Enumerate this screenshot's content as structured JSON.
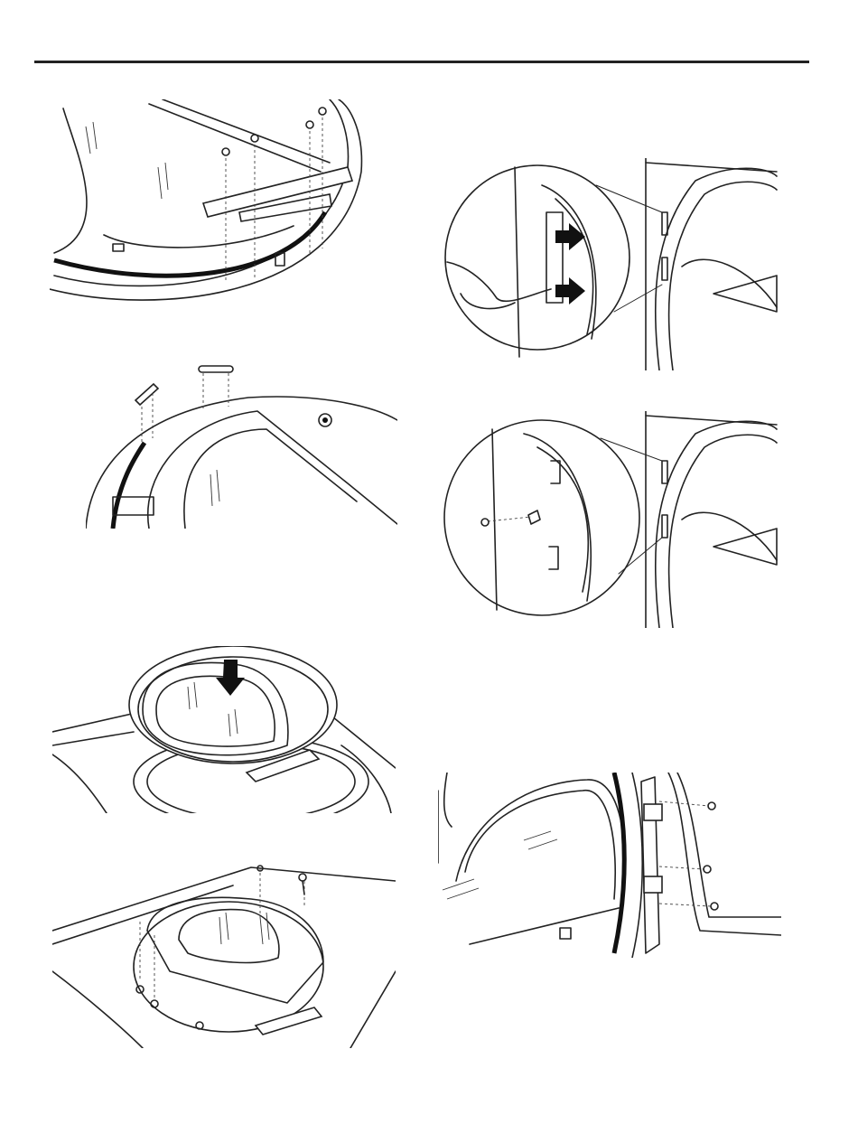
{
  "page": {
    "header_rule": true,
    "figures": [
      {
        "id": "fig1",
        "icon": "remove-handle-screws"
      },
      {
        "id": "fig2",
        "icon": "remove-hole-plugs"
      },
      {
        "id": "fig3",
        "icon": "door-latch-removal-detail"
      },
      {
        "id": "fig4",
        "icon": "door-latch-screw-detail"
      },
      {
        "id": "fig5",
        "icon": "place-door-on-dryer"
      },
      {
        "id": "fig6",
        "icon": "install-hinge-screws"
      },
      {
        "id": "fig7",
        "icon": "remove-hinge-screws-from-door"
      }
    ]
  }
}
